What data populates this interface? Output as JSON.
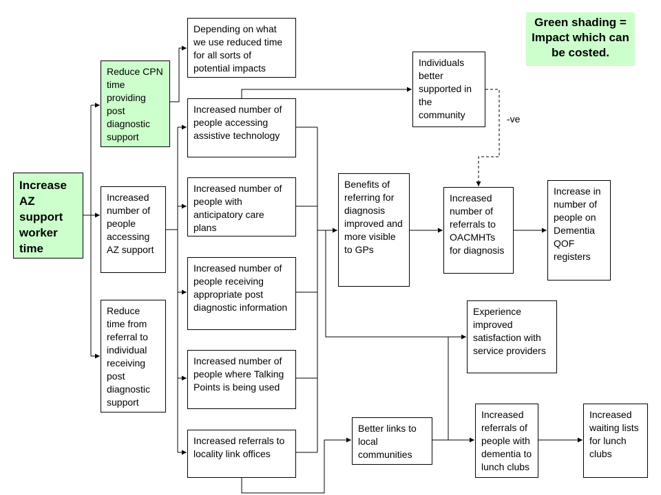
{
  "legend": "Green shading = Impact which can be costed.",
  "negative_label": "-ve",
  "boxes": {
    "increase_az": "Increase AZ support worker time",
    "reduce_cpn": "Reduce CPN time providing post diagnostic support",
    "increased_accessing_az": "Increased number of people accessing AZ support",
    "reduce_time_referral": "Reduce time from referral to individual receiving post diagnostic support",
    "depending": "Depending on what we use reduced time for all sorts of potential impacts",
    "assistive_tech": "Increased number of people accessing assistive technology",
    "anticipatory": "Increased number of people with anticipatory care plans",
    "appropriate_info": "Increased number of people receiving appropriate post diagnostic information",
    "talking_points": "Increased number of people where Talking Points is being used",
    "locality_link": "Increased referrals to locality link offices",
    "individuals": "Individuals better supported in the community",
    "benefits": "Benefits of referring for diagnosis improved and more visible to GPs",
    "oacmhts": "Increased number of referrals to OACMHTs for diagnosis",
    "qof": "Increase in number of people on Dementia QOF registers",
    "experience": "Experience improved satisfaction with service providers",
    "better_links": "Better links to local communities",
    "lunch_clubs": "Increased referrals of people with dementia to lunch clubs",
    "waiting_lists": "Increased waiting lists for lunch clubs"
  }
}
